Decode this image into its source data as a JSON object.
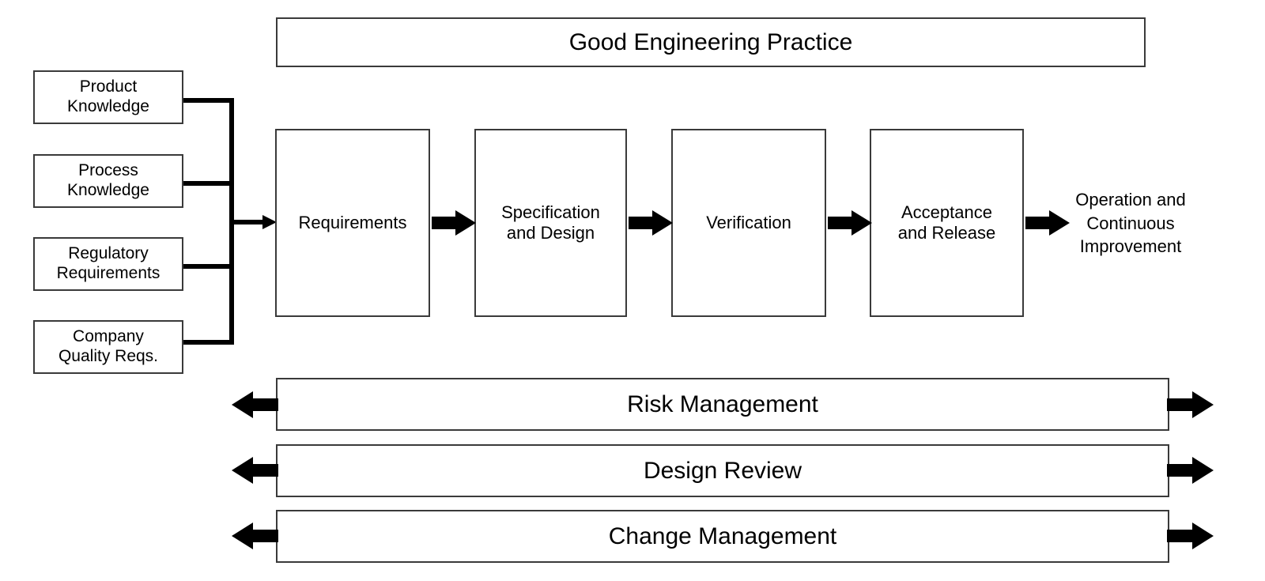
{
  "diagram": {
    "title": "Good Engineering Practice lifecycle diagram",
    "colors": {
      "box_border": "#3a3a3a",
      "connector": "#000000",
      "background": "#ffffff",
      "text": "#000000"
    },
    "banner": {
      "label": "Good Engineering Practice"
    },
    "inputs": [
      {
        "label": "Product\nKnowledge",
        "line1": "Product",
        "line2": "Knowledge"
      },
      {
        "label": "Process\nKnowledge",
        "line1": "Process",
        "line2": "Knowledge"
      },
      {
        "label": "Regulatory\nRequirements",
        "line1": "Regulatory",
        "line2": "Requirements"
      },
      {
        "label": "Company\nQuality Reqs.",
        "line1": "Company",
        "line2": "Quality Reqs."
      }
    ],
    "stages": [
      {
        "label": "Requirements",
        "line1": "Requirements",
        "line2": ""
      },
      {
        "label": "Specification and Design",
        "line1": "Specification",
        "line2": "and Design"
      },
      {
        "label": "Verification",
        "line1": "Verification",
        "line2": ""
      },
      {
        "label": "Acceptance and Release",
        "line1": "Acceptance",
        "line2": "and Release"
      }
    ],
    "outcome": {
      "label": "Operation and Continuous Improvement",
      "line1": "Operation and",
      "line2": "Continuous",
      "line3": "Improvement"
    },
    "swimlanes": [
      {
        "label": "Risk Management"
      },
      {
        "label": "Design Review"
      },
      {
        "label": "Change Management"
      }
    ]
  }
}
